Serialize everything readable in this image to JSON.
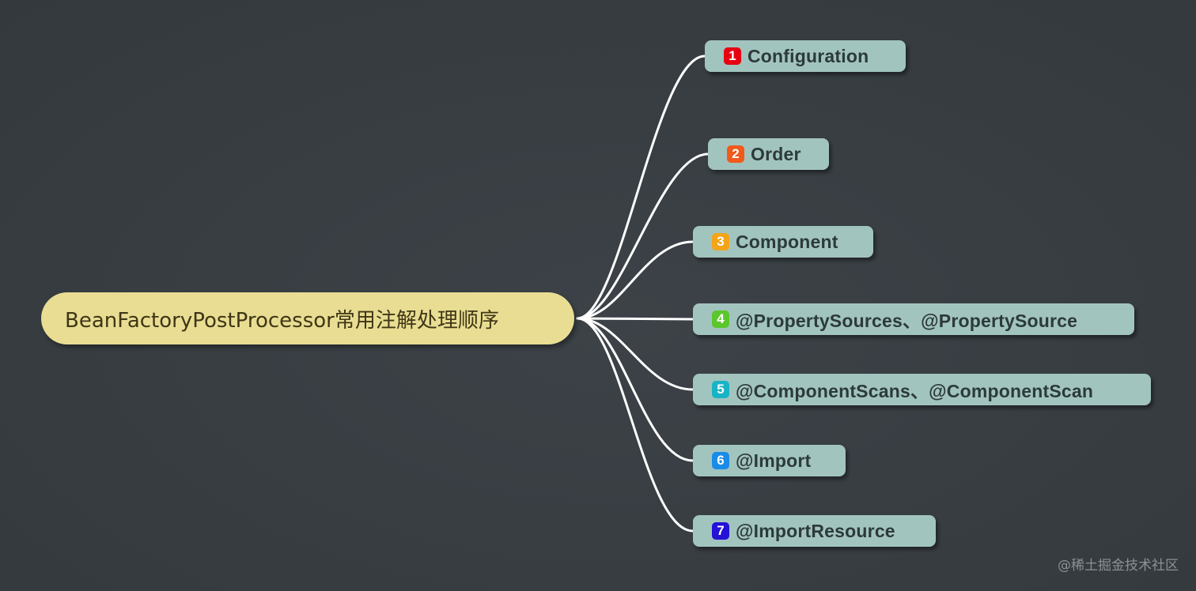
{
  "diagram": {
    "root": {
      "label": "BeanFactoryPostProcessor常用注解处理顺序",
      "fill": "#e8dd92",
      "text_color": "#3f3616"
    },
    "connector_color": "#ffffff",
    "branch_fill": "#a2c4bf",
    "branches": [
      {
        "number": "1",
        "label": "Configuration",
        "badge_color": "#e60012"
      },
      {
        "number": "2",
        "label": "Order",
        "badge_color": "#f05a1a"
      },
      {
        "number": "3",
        "label": "Component",
        "badge_color": "#f4a418"
      },
      {
        "number": "4",
        "label": "@PropertySources、@PropertySource",
        "badge_color": "#5bc72c"
      },
      {
        "number": "5",
        "label": "@ComponentScans、@ComponentScan",
        "badge_color": "#18b4c6"
      },
      {
        "number": "6",
        "label": "@Import",
        "badge_color": "#1a8ce8"
      },
      {
        "number": "7",
        "label": "@ImportResource",
        "badge_color": "#2412d6"
      }
    ]
  },
  "watermark": "@稀土掘金技术社区"
}
